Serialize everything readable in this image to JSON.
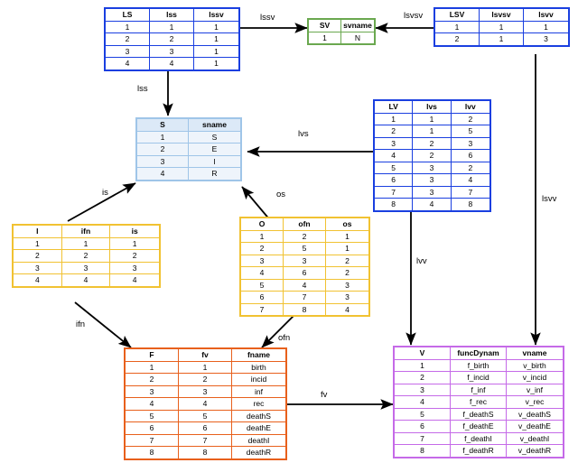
{
  "diagram": {
    "title": "Relational schema / table linkage diagram",
    "colors": {
      "blue": "#1a3fe0",
      "green": "#6aa84f",
      "light_blue": "#9fc5e8",
      "orange": "#e69138",
      "amber": "#f1c232",
      "red_orange": "#e8601c",
      "purple": "#c56ae8",
      "arrow": "#000000",
      "background": "#ffffff"
    },
    "tables": {
      "LS": {
        "name": "LS",
        "color": "blue",
        "headers": [
          "LS",
          "lss",
          "lssv"
        ],
        "rows": [
          [
            "1",
            "1",
            "1"
          ],
          [
            "2",
            "2",
            "1"
          ],
          [
            "3",
            "3",
            "1"
          ],
          [
            "4",
            "4",
            "1"
          ]
        ]
      },
      "SV": {
        "name": "SV",
        "color": "green",
        "headers": [
          "SV",
          "svname"
        ],
        "rows": [
          [
            "1",
            "N"
          ]
        ]
      },
      "LSV": {
        "name": "LSV",
        "color": "blue",
        "headers": [
          "LSV",
          "lsvsv",
          "lsvv"
        ],
        "rows": [
          [
            "1",
            "1",
            "1"
          ],
          [
            "2",
            "1",
            "3"
          ]
        ]
      },
      "S": {
        "name": "S",
        "color": "light_blue",
        "headers": [
          "S",
          "sname"
        ],
        "rows": [
          [
            "1",
            "S"
          ],
          [
            "2",
            "E"
          ],
          [
            "3",
            "I"
          ],
          [
            "4",
            "R"
          ]
        ]
      },
      "LV": {
        "name": "LV",
        "color": "blue",
        "headers": [
          "LV",
          "lvs",
          "lvv"
        ],
        "rows": [
          [
            "1",
            "1",
            "2"
          ],
          [
            "2",
            "1",
            "5"
          ],
          [
            "3",
            "2",
            "3"
          ],
          [
            "4",
            "2",
            "6"
          ],
          [
            "5",
            "3",
            "2"
          ],
          [
            "6",
            "3",
            "4"
          ],
          [
            "7",
            "3",
            "7"
          ],
          [
            "8",
            "4",
            "8"
          ]
        ]
      },
      "I": {
        "name": "I",
        "color": "amber",
        "headers": [
          "I",
          "ifn",
          "is"
        ],
        "rows": [
          [
            "1",
            "1",
            "1"
          ],
          [
            "2",
            "2",
            "2"
          ],
          [
            "3",
            "3",
            "3"
          ],
          [
            "4",
            "4",
            "4"
          ]
        ]
      },
      "O": {
        "name": "O",
        "color": "amber",
        "headers": [
          "O",
          "ofn",
          "os"
        ],
        "rows": [
          [
            "1",
            "2",
            "1"
          ],
          [
            "2",
            "5",
            "1"
          ],
          [
            "3",
            "3",
            "2"
          ],
          [
            "4",
            "6",
            "2"
          ],
          [
            "5",
            "4",
            "3"
          ],
          [
            "6",
            "7",
            "3"
          ],
          [
            "7",
            "8",
            "4"
          ]
        ]
      },
      "F": {
        "name": "F",
        "color": "red_orange",
        "headers": [
          "F",
          "fv",
          "fname"
        ],
        "rows": [
          [
            "1",
            "1",
            "birth"
          ],
          [
            "2",
            "2",
            "incid"
          ],
          [
            "3",
            "3",
            "inf"
          ],
          [
            "4",
            "4",
            "rec"
          ],
          [
            "5",
            "5",
            "deathS"
          ],
          [
            "6",
            "6",
            "deathE"
          ],
          [
            "7",
            "7",
            "deathI"
          ],
          [
            "8",
            "8",
            "deathR"
          ]
        ]
      },
      "V": {
        "name": "V",
        "color": "purple",
        "headers": [
          "V",
          "funcDynam",
          "vname"
        ],
        "rows": [
          [
            "1",
            "f_birth",
            "v_birth"
          ],
          [
            "2",
            "f_incid",
            "v_incid"
          ],
          [
            "3",
            "f_inf",
            "v_inf"
          ],
          [
            "4",
            "f_rec",
            "v_rec"
          ],
          [
            "5",
            "f_deathS",
            "v_deathS"
          ],
          [
            "6",
            "f_deathE",
            "v_deathE"
          ],
          [
            "7",
            "f_deathI",
            "v_deathI"
          ],
          [
            "8",
            "f_deathR",
            "v_deathR"
          ]
        ]
      }
    },
    "edges": [
      {
        "id": "lssv",
        "label": "lssv",
        "from": "LS",
        "to": "SV"
      },
      {
        "id": "lsvsv",
        "label": "lsvsv",
        "from": "LSV",
        "to": "SV"
      },
      {
        "id": "lss",
        "label": "lss",
        "from": "LS",
        "to": "S"
      },
      {
        "id": "lvs",
        "label": "lvs",
        "from": "LV",
        "to": "S"
      },
      {
        "id": "is",
        "label": "is",
        "from": "I",
        "to": "S"
      },
      {
        "id": "os",
        "label": "os",
        "from": "O",
        "to": "S"
      },
      {
        "id": "ifn",
        "label": "ifn",
        "from": "I",
        "to": "F"
      },
      {
        "id": "ofn",
        "label": "ofn",
        "from": "O",
        "to": "F"
      },
      {
        "id": "fv",
        "label": "fv",
        "from": "F",
        "to": "V"
      },
      {
        "id": "lvv",
        "label": "lvv",
        "from": "LV",
        "to": "V"
      },
      {
        "id": "lsvv",
        "label": "lsvv",
        "from": "LSV",
        "to": "V"
      }
    ]
  }
}
